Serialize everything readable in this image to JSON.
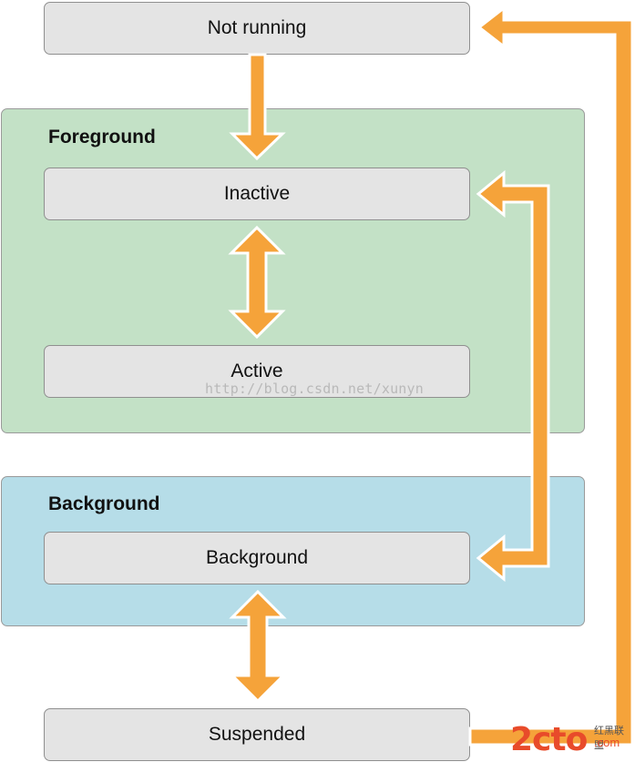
{
  "regions": {
    "foreground": {
      "title": "Foreground",
      "fill": "#c3e1c6"
    },
    "background": {
      "title": "Background",
      "fill": "#b6dde8"
    }
  },
  "states": {
    "not_running": "Not running",
    "inactive": "Inactive",
    "active": "Active",
    "background": "Background",
    "suspended": "Suspended"
  },
  "arrow_color": "#f5a33a",
  "watermark": "http://blog.csdn.net/xunyn",
  "brand": {
    "mark": "2cto",
    "suffix": ".com",
    "text": "红黑联盟"
  }
}
